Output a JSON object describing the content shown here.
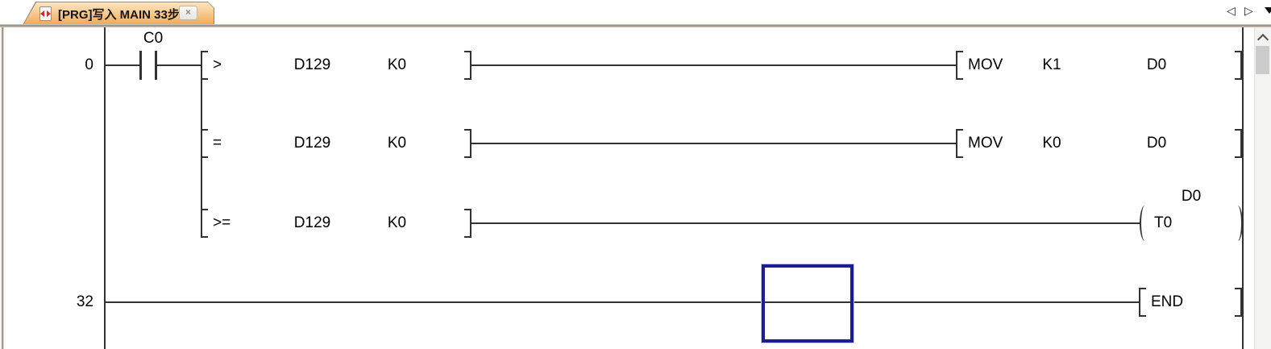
{
  "tab": {
    "title": "[PRG]写入 MAIN 33步",
    "close_glyph": "×",
    "icon": "ladder-program-icon"
  },
  "tab_nav": {
    "scroll_left_icon": "◁",
    "scroll_right_icon": "▷",
    "tab_list_icon": "down-triangle"
  },
  "ladder": {
    "rows": [
      {
        "step": "0",
        "contact": "C0",
        "op": ">",
        "operand1": "D129",
        "operand2": "K0",
        "instr": "MOV",
        "arg1": "K1",
        "arg2": "D0"
      },
      {
        "op": "=",
        "operand1": "D129",
        "operand2": "K0",
        "instr": "MOV",
        "arg1": "K0",
        "arg2": "D0"
      },
      {
        "op": ">=",
        "operand1": "D129",
        "operand2": "K0",
        "coil": "T0",
        "coil_setpoint": "D0"
      },
      {
        "step": "32",
        "instr": "END"
      }
    ]
  },
  "colors": {
    "tab_gradient_top": "#fce4bd",
    "tab_gradient_bottom": "#f1a854",
    "tab_border": "#8f8a7f",
    "wire": "#323232",
    "selection_border": "#1c1c94",
    "scrollbar_thumb": "#cbcbcb"
  }
}
